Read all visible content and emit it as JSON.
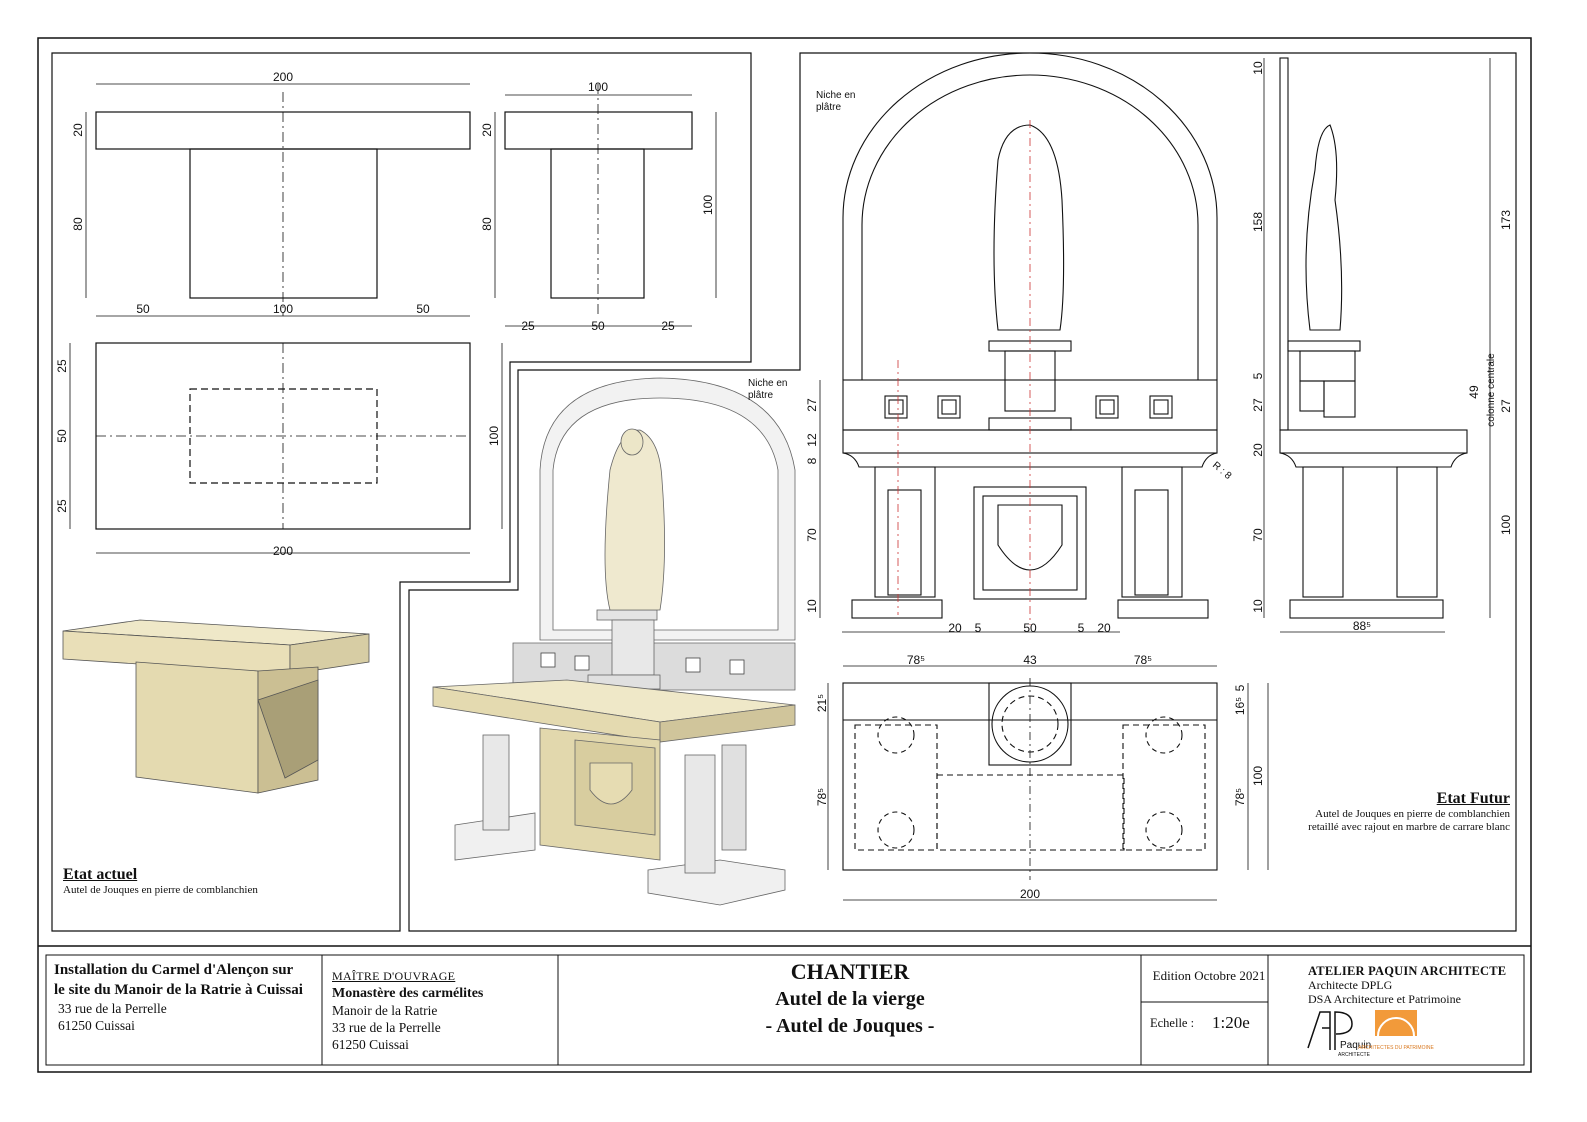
{
  "title_block": {
    "project_title": "Installation du Carmel d'Alençon sur le site du Manoir de la Ratrie à Cuissai",
    "project_address_1": "33 rue de la Perrelle",
    "project_address_2": "61250 Cuissai",
    "maitre_label": "MAÎTRE D'OUVRAGE",
    "maitre_name": "Monastère des carmélites",
    "maitre_line_1": "Manoir de la Ratrie",
    "maitre_line_2": "33 rue de la Perrelle",
    "maitre_line_3": "61250 Cuissai",
    "chantier": "CHANTIER",
    "chantier_sub_1": "Autel de la vierge",
    "chantier_sub_2": "- Autel de Jouques -",
    "edition": "Edition Octobre 2021",
    "scale_label": "Echelle :",
    "scale_value": "1:20e",
    "architect_name": "ATELIER PAQUIN ARCHITECTE",
    "architect_line_1": "Architecte DPLG",
    "architect_line_2": "DSA Architecture et Patrimoine",
    "logo_text_1": "Paquin",
    "logo_text_2": "ARCHITECTE",
    "logo_text_3": "ARCHITECTES DU PATRIMOINE"
  },
  "etat_actuel": {
    "heading": "Etat actuel",
    "description": "Autel de Jouques en pierre de comblanchien"
  },
  "etat_futur": {
    "heading": "Etat Futur",
    "description_1": "Autel de Jouques en pierre de comblanchien",
    "description_2": "retaillé avec rajout en marbre de carrare blanc"
  },
  "notes": {
    "niche_1": "Niche en",
    "niche_2": "plâtre",
    "colonne": "colonne centrale",
    "radius": "R : 8"
  },
  "dims": {
    "d200": "200",
    "d100": "100",
    "d50": "50",
    "d25": "25",
    "d20": "20",
    "d80": "80",
    "d27": "27",
    "d12": "12",
    "d8": "8",
    "d70": "70",
    "d10": "10",
    "d5": "5",
    "d158": "158",
    "d173": "173",
    "d49": "49",
    "d43": "43",
    "d78_5": "78⁵",
    "d88_5": "88⁵",
    "d21_5": "21⁵",
    "d16_5": "16⁵"
  }
}
